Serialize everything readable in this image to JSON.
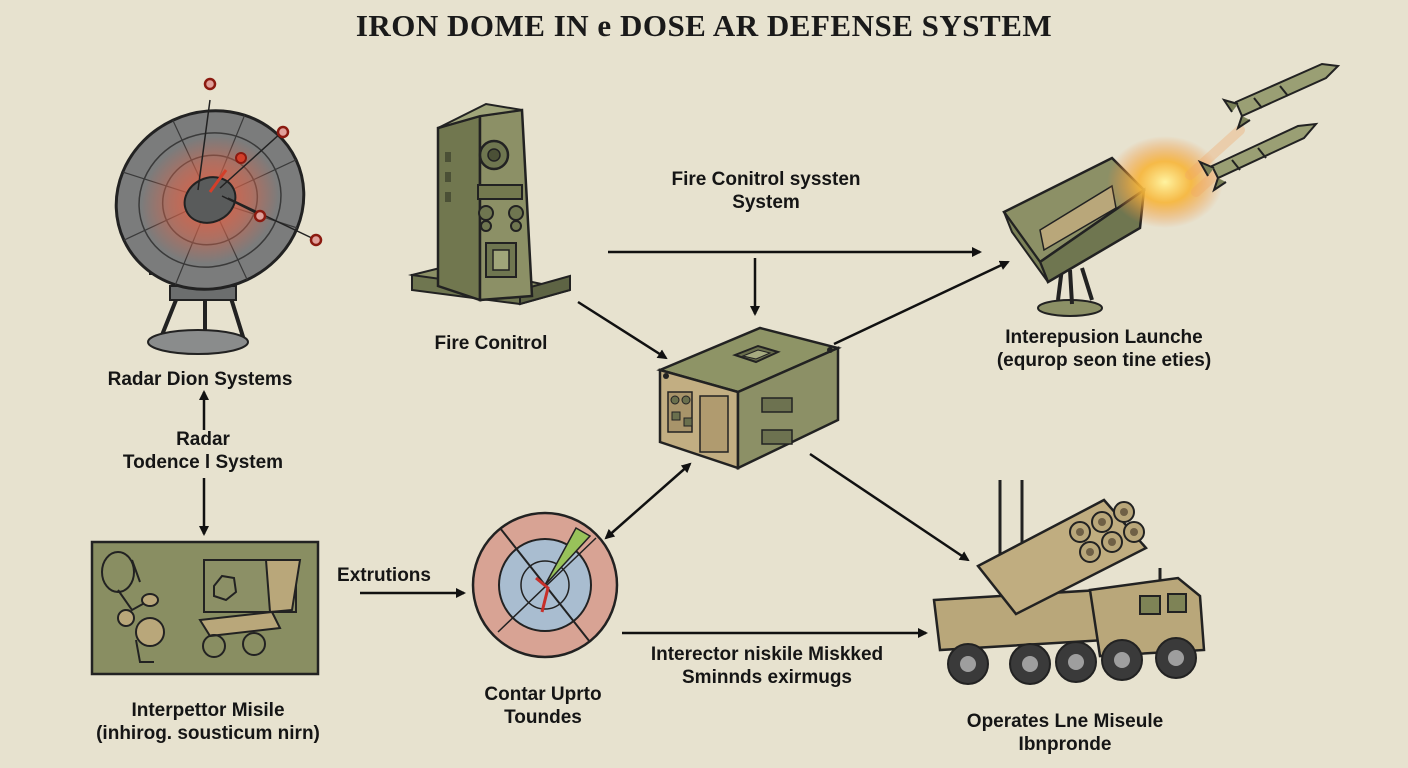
{
  "title": "IRON DOME  IN e DOSE AR DEFENSE SYSTEM",
  "colors": {
    "background": "#e7e2cf",
    "olive": "#8c9066",
    "olive_dark": "#6f7650",
    "tan": "#b9a77a",
    "radar_glow": "#e0553c",
    "scope_outer": "#d8a394",
    "scope_inner": "#a9bdd0",
    "line": "#111111"
  },
  "labels": {
    "radar_dish": "Radar Dion Systems",
    "radar_mid_line1": "Radar",
    "radar_mid_line2": "Todence l System",
    "fire_control_top_line1": "Fire Conitrol syssten",
    "fire_control_top_line2": "System",
    "fire_control_console": "Fire Conitrol",
    "launcher_line1": "Interepusion Launche",
    "launcher_line2": "(equrop  seon tine eties)",
    "extrutions": "Extrutions",
    "scope_line1": "Contar Uprto",
    "scope_line2": "Toundes",
    "interceptor_middle_line1": "Interector niskile Miskked",
    "interceptor_middle_line2": "Sminnds exirmugs",
    "interceptor_left_line1": "Interpettor Misile",
    "interceptor_left_line2": "(inhirog. sousticum nirn)",
    "truck_line1": "Operates Lne Miseule",
    "truck_line2": "Ibnpronde"
  },
  "icons": [
    "radar-dish-icon",
    "fire-control-console-icon",
    "command-unit-icon",
    "launcher-icon",
    "missile-icon",
    "radar-scope-icon",
    "missile-schematic-icon",
    "launcher-truck-icon"
  ]
}
